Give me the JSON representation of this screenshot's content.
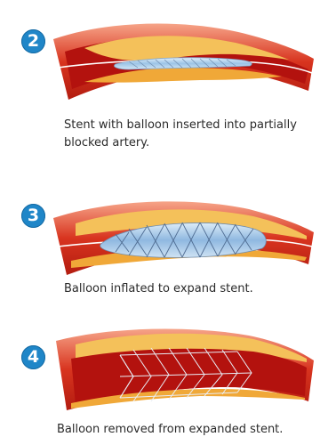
{
  "steps": [
    {
      "number": "2",
      "caption": "Stent with balloon inserted into partially blocked artery."
    },
    {
      "number": "3",
      "caption": "Balloon inflated to expand stent."
    },
    {
      "number": "4",
      "caption": "Balloon removed from expanded stent."
    }
  ],
  "colors": {
    "badge": "#1f86c8",
    "artery_wall": "#d8341f",
    "artery_outer": "#f08e6e",
    "plaque": "#f4c15a",
    "lumen": "#b3120e",
    "balloon": "#bcd8ef",
    "stent": "#8da6c6"
  },
  "icons": [
    "step-number-badge",
    "artery-illustration",
    "stent-mesh",
    "balloon-catheter"
  ]
}
